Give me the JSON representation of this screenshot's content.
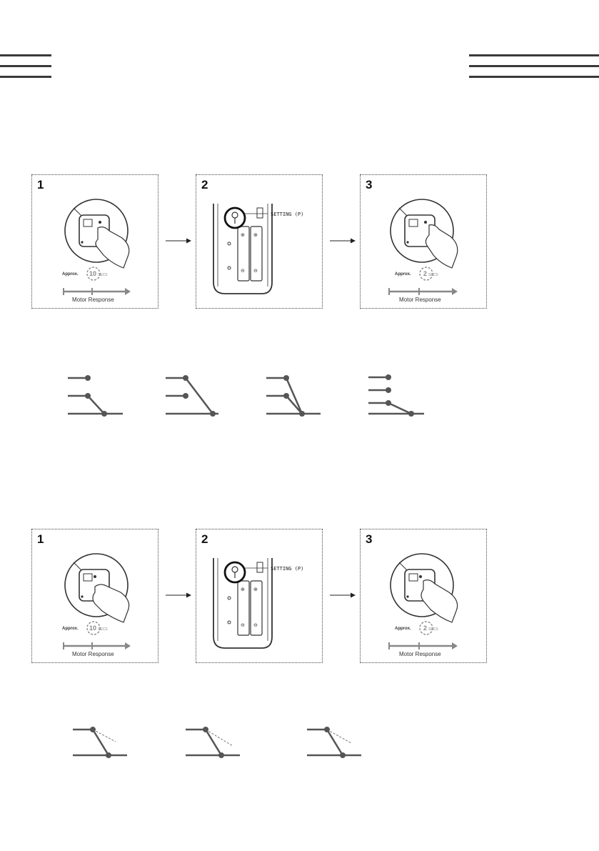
{
  "section1": {
    "panels": [
      {
        "number": "1",
        "approx": "Approx.",
        "seconds": "10",
        "secs_unit": "SECS",
        "motor": "Motor Response"
      },
      {
        "number": "2",
        "setting": "SETTING (P)"
      },
      {
        "number": "3",
        "approx": "Approx.",
        "seconds": "2",
        "secs_unit": "SECS",
        "motor": "Motor Response"
      }
    ]
  },
  "section2": {
    "panels": [
      {
        "number": "1",
        "approx": "Approx.",
        "seconds": "10",
        "secs_unit": "SECS",
        "motor": "Motor Response"
      },
      {
        "number": "2",
        "setting": "SETTING (P)"
      },
      {
        "number": "3",
        "approx": "Approx.",
        "seconds": "2",
        "secs_unit": "SECS",
        "motor": "Motor Response"
      }
    ]
  },
  "colors": {
    "line": "#3a3a3a",
    "mark": "#555555",
    "accent": "#7a7a7a"
  }
}
